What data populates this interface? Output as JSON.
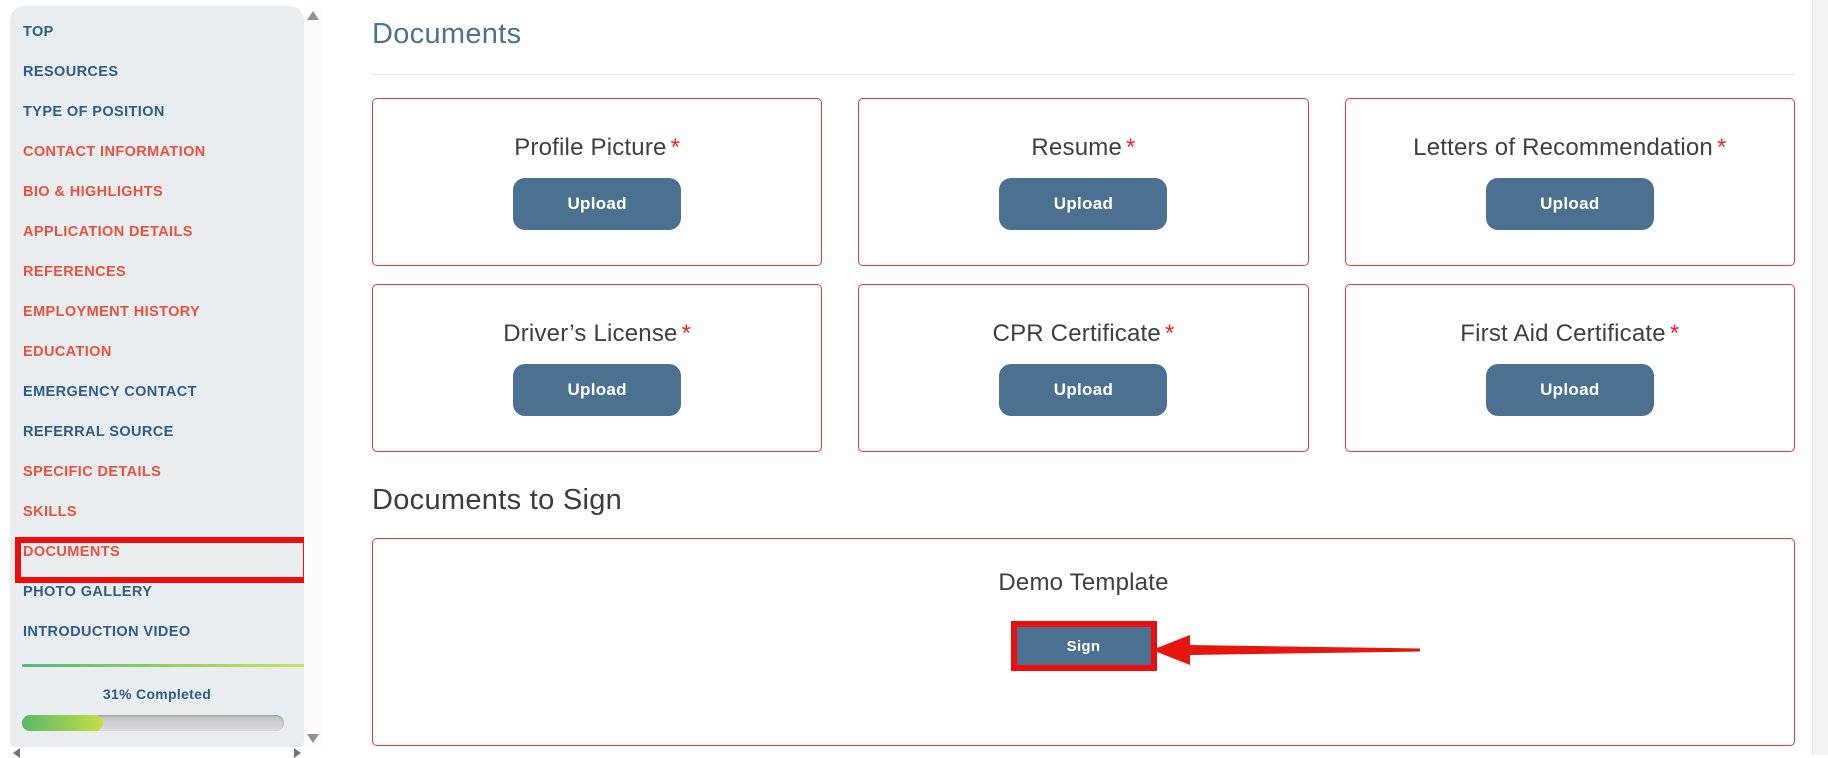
{
  "sidebar": {
    "items": [
      {
        "label": "TOP",
        "status": "normal"
      },
      {
        "label": "RESOURCES",
        "status": "normal"
      },
      {
        "label": "TYPE OF POSITION",
        "status": "normal"
      },
      {
        "label": "CONTACT INFORMATION",
        "status": "alert"
      },
      {
        "label": "BIO & HIGHLIGHTS",
        "status": "alert"
      },
      {
        "label": "APPLICATION DETAILS",
        "status": "alert"
      },
      {
        "label": "REFERENCES",
        "status": "alert"
      },
      {
        "label": "EMPLOYMENT HISTORY",
        "status": "alert"
      },
      {
        "label": "EDUCATION",
        "status": "alert"
      },
      {
        "label": "EMERGENCY CONTACT",
        "status": "normal"
      },
      {
        "label": "REFERRAL SOURCE",
        "status": "normal"
      },
      {
        "label": "SPECIFIC DETAILS",
        "status": "alert"
      },
      {
        "label": "SKILLS",
        "status": "alert"
      },
      {
        "label": "DOCUMENTS",
        "status": "alert",
        "highlighted": true
      },
      {
        "label": "PHOTO GALLERY",
        "status": "normal"
      },
      {
        "label": "INTRODUCTION VIDEO",
        "status": "normal"
      }
    ],
    "progress": {
      "label": "31% Completed",
      "percent": 31
    }
  },
  "main": {
    "documents": {
      "title": "Documents",
      "required_marker": "*",
      "cards": [
        {
          "title": "Profile Picture",
          "required": true,
          "button_label": "Upload"
        },
        {
          "title": "Resume",
          "required": true,
          "button_label": "Upload"
        },
        {
          "title": "Letters of Recommendation",
          "required": true,
          "button_label": "Upload"
        },
        {
          "title": "Driver’s License",
          "required": true,
          "button_label": "Upload"
        },
        {
          "title": "CPR Certificate",
          "required": true,
          "button_label": "Upload"
        },
        {
          "title": "First Aid Certificate",
          "required": true,
          "button_label": "Upload"
        }
      ]
    },
    "sign": {
      "title": "Documents to Sign",
      "card": {
        "title": "Demo Template",
        "button_label": "Sign",
        "highlighted": true
      }
    }
  },
  "annotations": {
    "sidebar_highlight_target": "DOCUMENTS",
    "button_highlight_target": "Sign",
    "arrow": "red-arrow-pointing-left-at-sign-button"
  },
  "colors": {
    "sidebar_bg": "#e9edf0",
    "nav_normal": "#2d5c84",
    "nav_alert": "#e8513d",
    "heading_blue": "#4a7197",
    "heading_dark": "#3b3b3b",
    "card_border_red": "#f63232",
    "annotation_red": "#ee0d0d",
    "button_steel_blue": "#4b7090",
    "progress_green": "#58b96a",
    "progress_yellow": "#c6dd45"
  }
}
